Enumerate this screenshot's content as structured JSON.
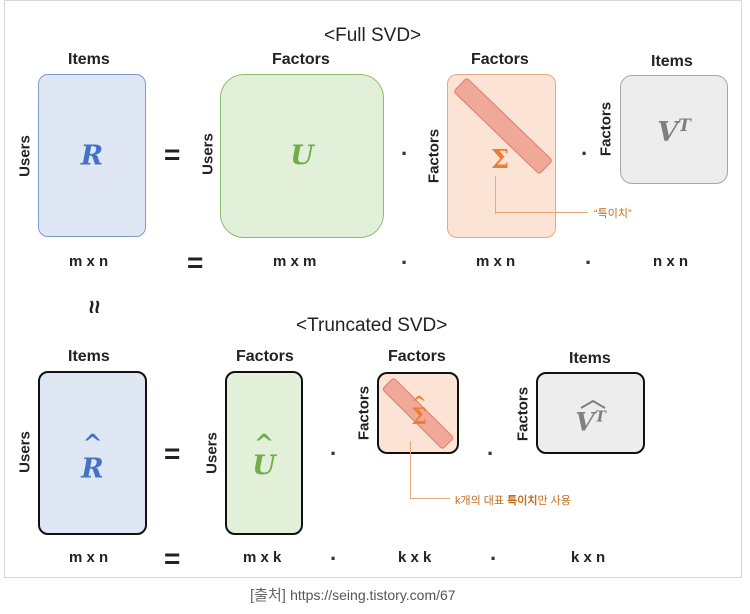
{
  "full_svd": {
    "title": "<Full SVD>",
    "r_matrix": {
      "top_label": "Items",
      "side_label": "Users",
      "symbol": "R",
      "dims": "m x n"
    },
    "u_matrix": {
      "top_label": "Factors",
      "side_label": "Users",
      "symbol": "U",
      "dims": "m x m"
    },
    "sigma_matrix": {
      "top_label": "Factors",
      "side_label": "Factors",
      "symbol": "Σ",
      "dims": "m x n",
      "callout": "“특이치”"
    },
    "vt_matrix": {
      "top_label": "Items",
      "side_label": "Factors",
      "symbol": "V",
      "superscript": "T",
      "dims": "n x n"
    },
    "equals": "=",
    "dot": "·"
  },
  "approx_symbol": "≈",
  "truncated_svd": {
    "title": "<Truncated SVD>",
    "r_matrix": {
      "top_label": "Items",
      "side_label": "Users",
      "symbol": "R",
      "hat": "^",
      "dims": "m x n"
    },
    "u_matrix": {
      "top_label": "Factors",
      "side_label": "Users",
      "symbol": "U",
      "hat": "^",
      "dims": "m x k"
    },
    "sigma_matrix": {
      "top_label": "Factors",
      "side_label": "Factors",
      "symbol": "Σ",
      "hat": "^",
      "dims": "k x k",
      "callout_part1": "k개의 대표 ",
      "callout_bold": "특이치",
      "callout_part2": "만 사용"
    },
    "vt_matrix": {
      "top_label": "Items",
      "side_label": "Factors",
      "symbol": "V",
      "superscript": "T",
      "dims": "k x n"
    },
    "equals": "=",
    "dot": "·"
  },
  "colors": {
    "r_fill": "#dfe7f5",
    "r_stroke": "#7e9ac8",
    "r_text": "#4472c4",
    "u_fill": "#e2efd9",
    "u_stroke": "#8cbd6a",
    "u_text": "#70ad47",
    "sigma_fill": "#fbe4d5",
    "sigma_stroke": "#e8a87c",
    "sigma_text": "#ed7d31",
    "diag_fill": "#f0a898",
    "diag_stroke": "#d97e6c",
    "vt_fill": "#ededed",
    "vt_stroke": "#a6a6a6",
    "vt_text": "#7f7f7f",
    "callout": "#c46c1e"
  },
  "caption": {
    "bracket": "[출처]",
    "url": "https://seing.tistory.com/67"
  }
}
